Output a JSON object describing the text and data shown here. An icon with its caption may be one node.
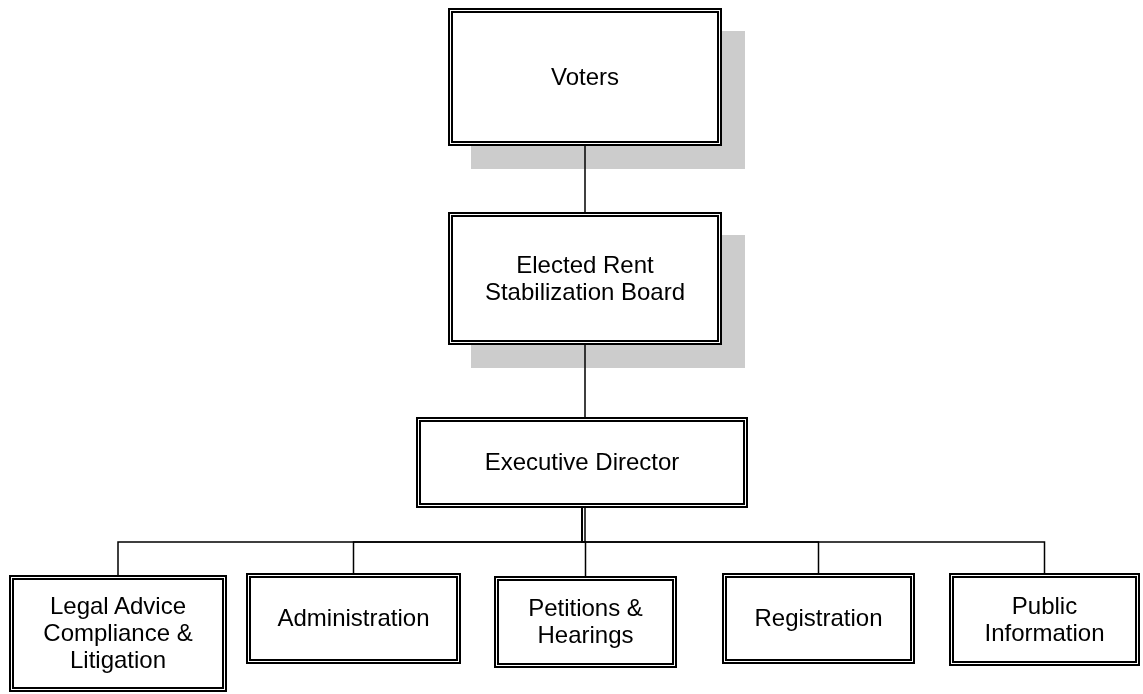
{
  "diagram": {
    "nodes": [
      {
        "text": [
          "Voters"
        ]
      },
      {
        "text": [
          "Elected Rent Stabilization Board"
        ]
      },
      {
        "text": [
          "Executive Director"
        ]
      },
      {
        "text": [
          "Legal Advice Compliance & Litigation"
        ]
      },
      {
        "text": [
          "Administration"
        ]
      },
      {
        "text": [
          "Petitions & Hearings"
        ]
      },
      {
        "text": [
          "Registration"
        ]
      },
      {
        "text": [
          "Public Information"
        ]
      }
    ],
    "edges": [
      {
        "from": 0,
        "to": 1,
        "arrow": "none"
      },
      {
        "from": 1,
        "to": 2,
        "arrow": "none"
      },
      {
        "from": 2,
        "to": 3,
        "arrow": "none"
      },
      {
        "from": 2,
        "to": 4,
        "arrow": "none"
      },
      {
        "from": 2,
        "to": 5,
        "arrow": "none"
      },
      {
        "from": 2,
        "to": 6,
        "arrow": "none"
      },
      {
        "from": 2,
        "to": 7,
        "arrow": "none"
      }
    ]
  }
}
